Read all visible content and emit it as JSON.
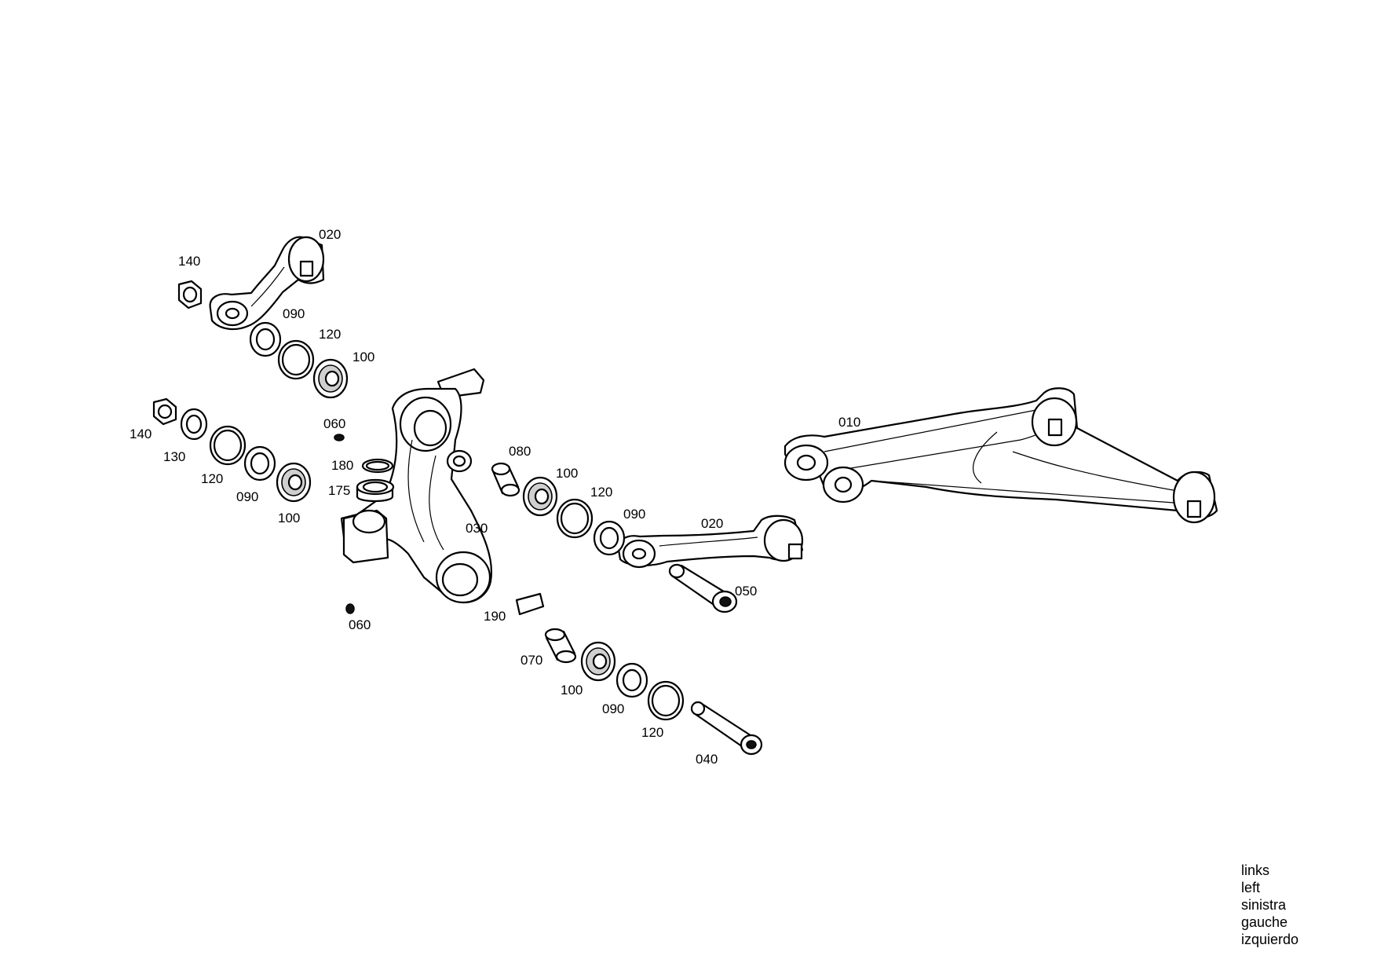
{
  "labels": {
    "l010": "010",
    "l020_top": "020",
    "l020_mid": "020",
    "l030": "030",
    "l040": "040",
    "l050": "050",
    "l060_top": "060",
    "l060_bot": "060",
    "l070": "070",
    "l080": "080",
    "l090_top": "090",
    "l090_left": "090",
    "l090_mid": "090",
    "l090_bot": "090",
    "l100_top": "100",
    "l100_left": "100",
    "l100_mid": "100",
    "l100_bot": "100",
    "l120_top": "120",
    "l120_left": "120",
    "l120_mid": "120",
    "l120_bot": "120",
    "l130": "130",
    "l140_top": "140",
    "l140_left": "140",
    "l175": "175",
    "l180": "180",
    "l190": "190"
  },
  "side_note": [
    "links",
    "left",
    "sinistra",
    "gauche",
    "izquierdo"
  ]
}
